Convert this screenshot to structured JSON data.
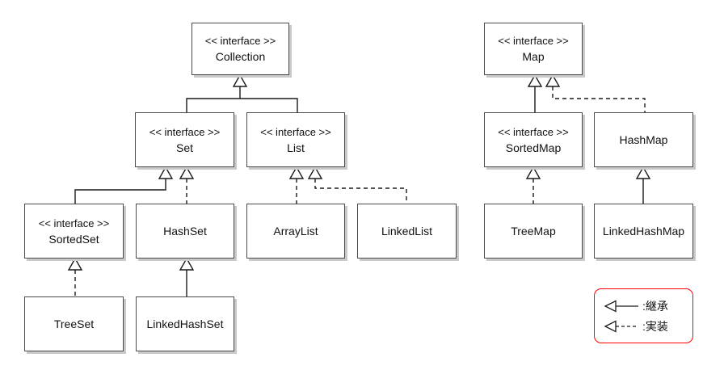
{
  "nodes": {
    "collection": {
      "stereotype": "<< interface >>",
      "name": "Collection"
    },
    "map": {
      "stereotype": "<< interface >>",
      "name": "Map"
    },
    "set": {
      "stereotype": "<< interface >>",
      "name": "Set"
    },
    "list": {
      "stereotype": "<< interface >>",
      "name": "List"
    },
    "sortedmap": {
      "stereotype": "<< interface >>",
      "name": "SortedMap"
    },
    "hashmap": {
      "name": "HashMap"
    },
    "sortedset": {
      "stereotype": "<< interface >>",
      "name": "SortedSet"
    },
    "hashset": {
      "name": "HashSet"
    },
    "arraylist": {
      "name": "ArrayList"
    },
    "linkedlist": {
      "name": "LinkedList"
    },
    "treemap": {
      "name": "TreeMap"
    },
    "linkedhashmap": {
      "name": "LinkedHashMap"
    },
    "treeset": {
      "name": "TreeSet"
    },
    "linkedhashset": {
      "name": "LinkedHashSet"
    }
  },
  "edges": [
    {
      "from": "Set",
      "to": "Collection",
      "type": "inheritance"
    },
    {
      "from": "List",
      "to": "Collection",
      "type": "inheritance"
    },
    {
      "from": "SortedSet",
      "to": "Set",
      "type": "inheritance"
    },
    {
      "from": "HashSet",
      "to": "Set",
      "type": "implementation"
    },
    {
      "from": "ArrayList",
      "to": "List",
      "type": "implementation"
    },
    {
      "from": "LinkedList",
      "to": "List",
      "type": "implementation"
    },
    {
      "from": "TreeSet",
      "to": "SortedSet",
      "type": "implementation"
    },
    {
      "from": "LinkedHashSet",
      "to": "HashSet",
      "type": "inheritance"
    },
    {
      "from": "SortedMap",
      "to": "Map",
      "type": "inheritance"
    },
    {
      "from": "HashMap",
      "to": "Map",
      "type": "implementation"
    },
    {
      "from": "TreeMap",
      "to": "SortedMap",
      "type": "implementation"
    },
    {
      "from": "LinkedHashMap",
      "to": "HashMap",
      "type": "inheritance"
    }
  ],
  "legend": {
    "inheritance_label": ":継承",
    "implementation_label": ":実装"
  },
  "colors": {
    "background": "#ffffff",
    "box_border": "#4a4a4a",
    "box_shadow": "#c9c9c9",
    "line": "#1a1a1a",
    "legend_border": "#ff0000"
  }
}
